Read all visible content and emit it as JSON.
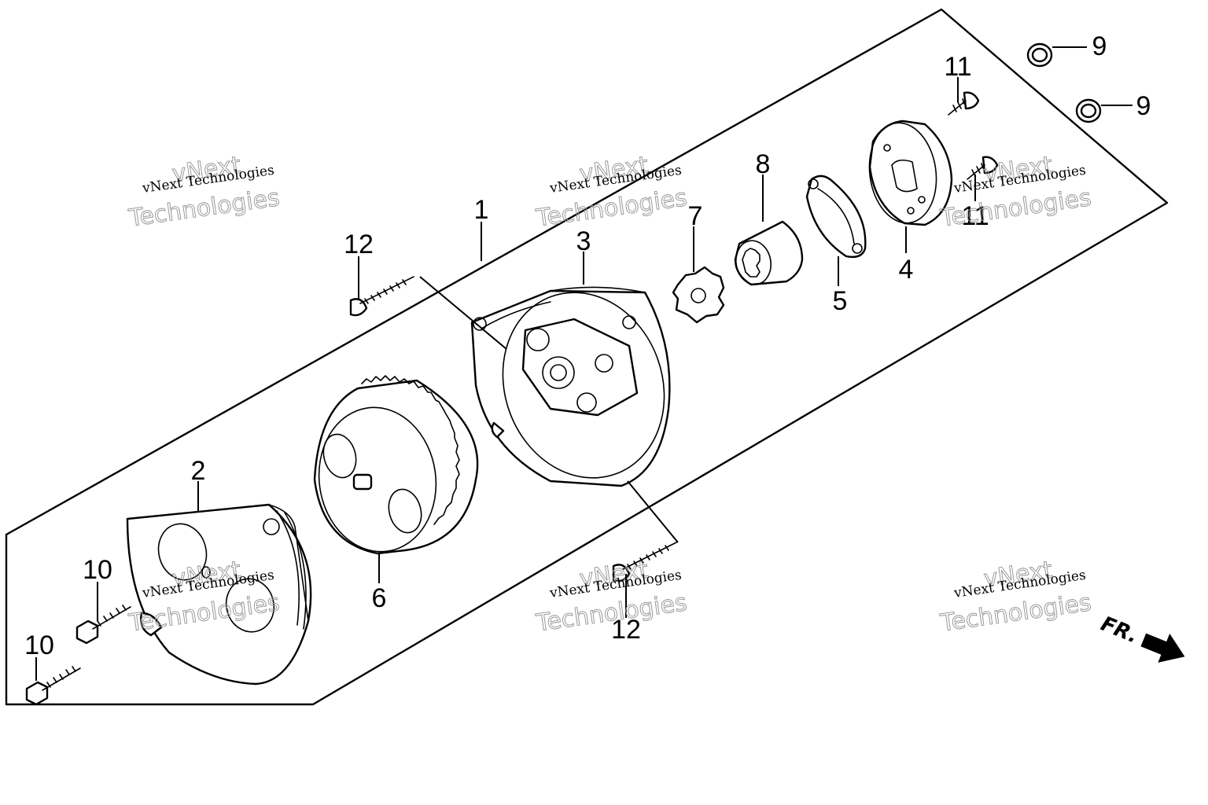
{
  "diagram": {
    "callouts": [
      {
        "id": "1",
        "label": "1"
      },
      {
        "id": "2",
        "label": "2"
      },
      {
        "id": "3",
        "label": "3"
      },
      {
        "id": "4",
        "label": "4"
      },
      {
        "id": "5",
        "label": "5"
      },
      {
        "id": "6",
        "label": "6"
      },
      {
        "id": "7",
        "label": "7"
      },
      {
        "id": "8",
        "label": "8"
      },
      {
        "id": "9a",
        "label": "9"
      },
      {
        "id": "9b",
        "label": "9"
      },
      {
        "id": "10a",
        "label": "10"
      },
      {
        "id": "10b",
        "label": "10"
      },
      {
        "id": "11a",
        "label": "11"
      },
      {
        "id": "11b",
        "label": "11"
      },
      {
        "id": "12a",
        "label": "12"
      },
      {
        "id": "12b",
        "label": "12"
      }
    ],
    "watermark": {
      "line1": "vNext Technologies",
      "line2": "Technologies",
      "line3": "vNext"
    },
    "direction_label": "FR."
  }
}
